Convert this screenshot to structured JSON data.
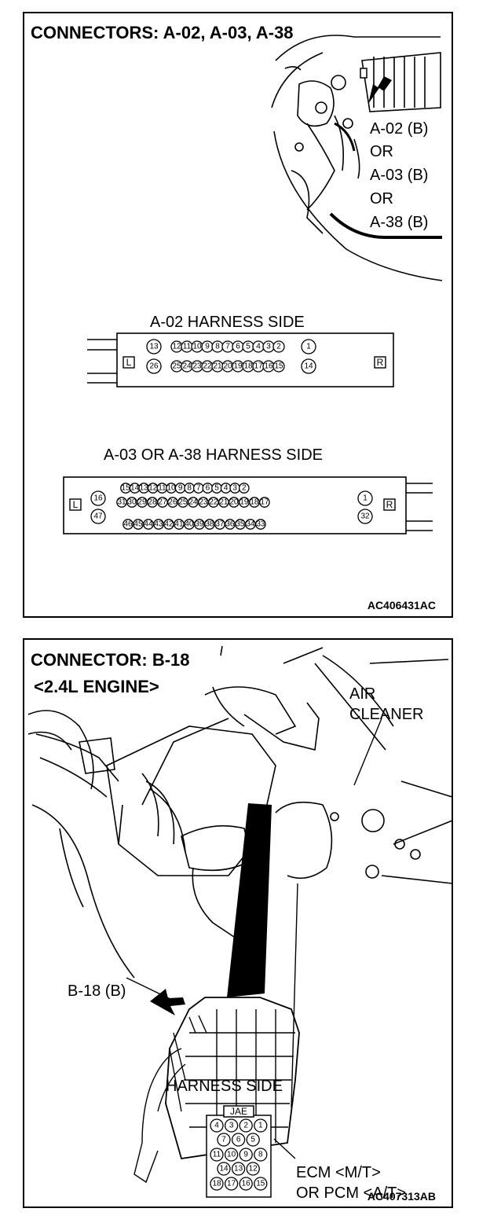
{
  "panel_a": {
    "title": "CONNECTORS: A-02, A-03, A-38",
    "callouts": [
      "A-02 (B)",
      "OR",
      "A-03 (B)",
      "OR",
      "A-38 (B)"
    ],
    "a02": {
      "label": "A-02 HARNESS SIDE",
      "left_mark": "L",
      "right_mark": "R",
      "pins_top": [
        "13",
        "12",
        "11",
        "10",
        "9",
        "8",
        "7",
        "6",
        "5",
        "4",
        "3",
        "2",
        "1"
      ],
      "pins_bottom": [
        "26",
        "25",
        "24",
        "23",
        "22",
        "21",
        "20",
        "19",
        "18",
        "17",
        "16",
        "15",
        "14"
      ]
    },
    "a03": {
      "label": "A-03 OR A-38 HARNESS SIDE",
      "left_mark": "L",
      "right_mark": "R",
      "pins_row1": [
        "15",
        "14",
        "13",
        "12",
        "11",
        "10",
        "9",
        "8",
        "7",
        "6",
        "5",
        "4",
        "3",
        "2"
      ],
      "pins_row2": [
        "31",
        "30",
        "29",
        "28",
        "27",
        "26",
        "25",
        "24",
        "23",
        "22",
        "21",
        "20",
        "19",
        "18",
        "17"
      ],
      "pins_row3": [
        "46",
        "45",
        "44",
        "43",
        "42",
        "41",
        "40",
        "39",
        "38",
        "37",
        "36",
        "35",
        "34",
        "33"
      ],
      "pin_left_top": "16",
      "pin_left_bottom": "47",
      "pin_right_top": "1",
      "pin_right_bottom": "32"
    },
    "figure_code": "AC406431AC"
  },
  "panel_b": {
    "title": "CONNECTOR: B-18",
    "subtitle": "<2.4L ENGINE>",
    "air_cleaner_line1": "AIR",
    "air_cleaner_line2": "CLEANER",
    "b18_callout": "B-18 (B)",
    "ecm_line1": "ECM <M/T>",
    "ecm_line2": "OR PCM <A/T>",
    "harness_label": "HARNESS SIDE",
    "connector_tag": "JAE",
    "pin_rows": [
      [
        "4",
        "3",
        "2",
        "1"
      ],
      [
        "7",
        "6",
        "5"
      ],
      [
        "11",
        "10",
        "9",
        "8"
      ],
      [
        "14",
        "13",
        "12"
      ],
      [
        "18",
        "17",
        "16",
        "15"
      ]
    ],
    "figure_code": "AC407313AB"
  }
}
